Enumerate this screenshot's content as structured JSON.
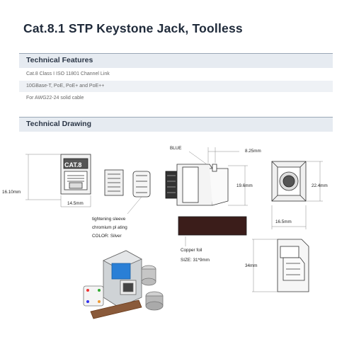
{
  "title": "Cat.8.1 STP Keystone Jack, Toolless",
  "sections": {
    "features_heading": "Technical Features",
    "drawing_heading": "Technical Drawing"
  },
  "features": [
    "Cat.8 Class I ISO 11801 Channel Link",
    "10GBase-T, PoE, PoE+ and PoE++",
    "For AWG22-24 solid cable"
  ],
  "drawing": {
    "front_label": "CAT.8",
    "dim_height_front": "16.10mm",
    "dim_width_front": "14.5mm",
    "blue_label": "BLUE",
    "dim_8_25": "8.25mm",
    "dim_19_6": "19.6mm",
    "dim_22_4": "22.4mm",
    "dim_16_5": "16.5mm",
    "dim_34": "34mm",
    "sleeve_line1": "tightening sleeve",
    "sleeve_line2": "chromium pl    ating",
    "sleeve_color": "COLOR: Silver",
    "foil_line1": "Copper foil",
    "foil_size": "SIZE: 31*9mm"
  },
  "colors": {
    "section_bg": "#e6ebf1",
    "title": "#1f2a3a",
    "foil": "#3b1d1a",
    "jack_blue": "#2a7fd6"
  }
}
